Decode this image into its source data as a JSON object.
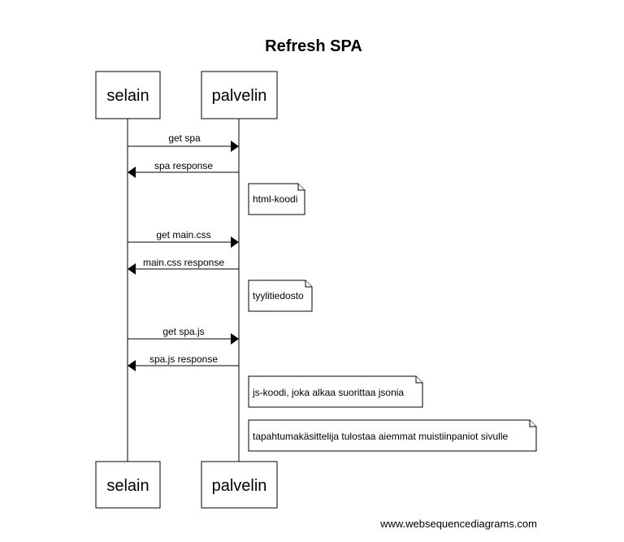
{
  "title": "Refresh SPA",
  "participants": {
    "client": "selain",
    "server": "palvelin"
  },
  "messages": [
    {
      "label": "get spa",
      "direction": "to-server"
    },
    {
      "label": "spa response",
      "direction": "to-client"
    },
    {
      "label": "get main.css",
      "direction": "to-server"
    },
    {
      "label": "main.css response",
      "direction": "to-client"
    },
    {
      "label": "get spa.js",
      "direction": "to-server"
    },
    {
      "label": "spa.js response",
      "direction": "to-client"
    }
  ],
  "notes": [
    "html-koodi",
    "tyylitiedosto",
    "js-koodi, joka alkaa suorittaa jsonia",
    "tapahtumakäsittelija tulostaa aiemmat muistiinpaniot sivulle"
  ],
  "footer": "www.websequencediagrams.com"
}
